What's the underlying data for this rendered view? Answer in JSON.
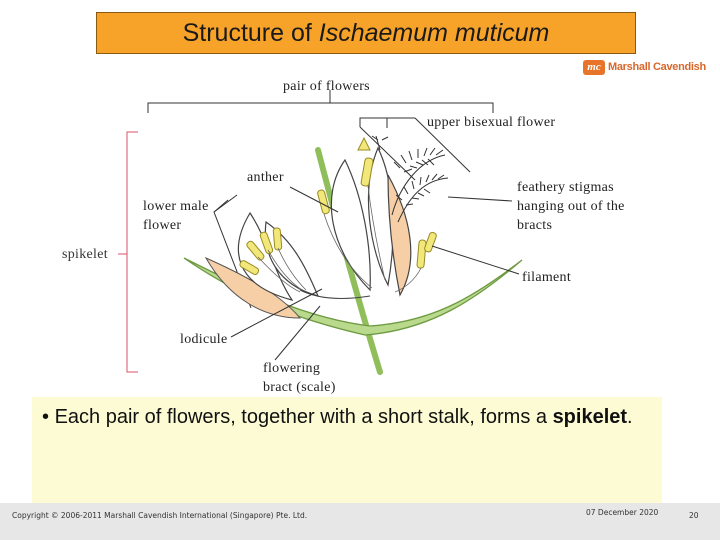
{
  "slide": {
    "title_prefix": "Structure of ",
    "title_italic": "Ischaemum muticum",
    "logo_mark": "mc",
    "logo_text": "Marshall Cavendish"
  },
  "labels": {
    "pair_of_flowers": "pair of flowers",
    "upper_bisexual_flower": "upper bisexual flower",
    "anther": "anther",
    "lower_male_flower": "lower male\nflower",
    "feathery_stigmas": "feathery stigmas\nhanging out of the\nbracts",
    "spikelet": "spikelet",
    "filament": "filament",
    "lodicule": "lodicule",
    "flowering_bract": "flowering\nbract (scale)"
  },
  "note": {
    "bullet": "• ",
    "text": "Each pair of flowers, together with a short stalk, forms a ",
    "bold": "spikelet",
    "end": "."
  },
  "footer": {
    "copyright": "Copyright © 2006-2011 Marshall Cavendish International (Singapore) Pte. Ltd.",
    "date": "07 December 2020",
    "page": "20"
  },
  "colors": {
    "title_bg": "#f7a229",
    "note_bg": "#fdfbd4",
    "footer_bg": "#e7e7e7",
    "stalk_green": "#8fbe5a",
    "anther_yellow": "#f2e77a",
    "bract_peach": "#f7cfa6",
    "bracket_pink": "#d9536a"
  }
}
